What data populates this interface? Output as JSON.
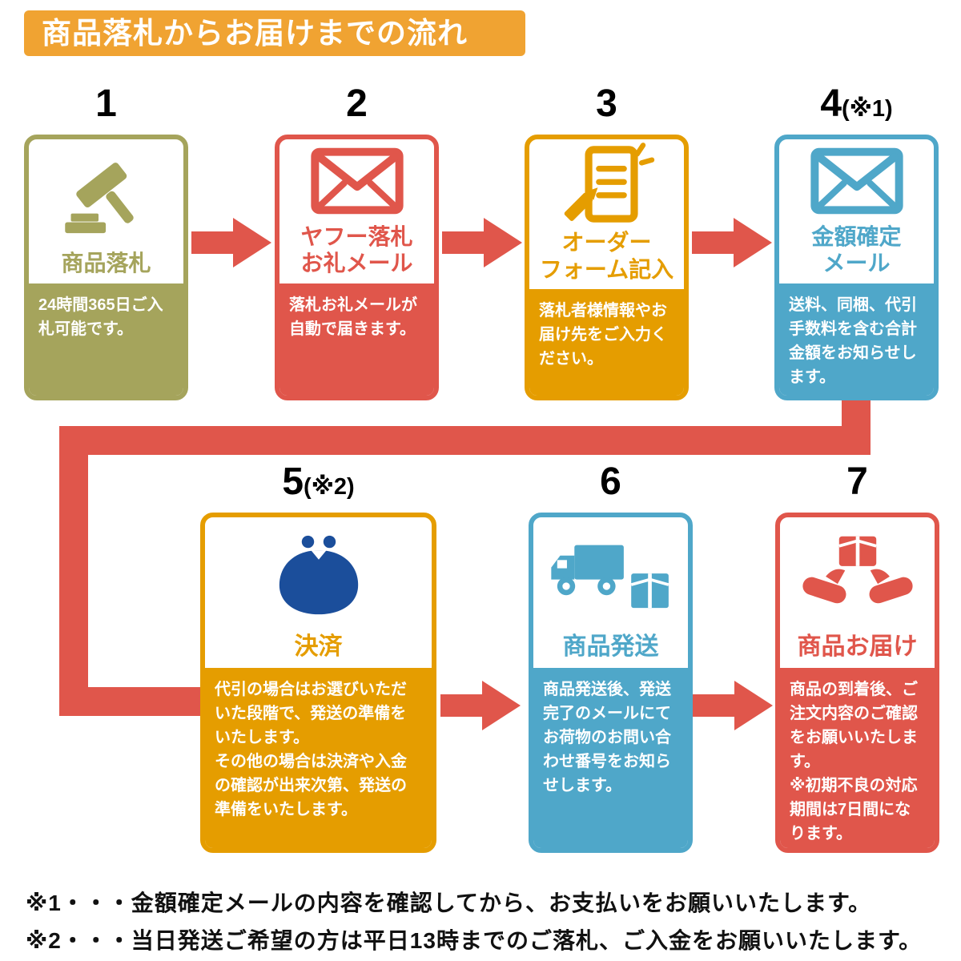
{
  "header": {
    "title": "商品落札からお届けまでの流れ",
    "bg": "#f0a332"
  },
  "colors": {
    "arrow": "#e0564b",
    "olive": "#a5a45c",
    "red": "#e0564b",
    "orange": "#e59d00",
    "blue": "#4fa7c9",
    "navy": "#1b4e9b"
  },
  "steps": [
    {
      "number": "1",
      "suffix": "",
      "icon": "gavel-icon",
      "title": "商品落札",
      "desc": "24時間365日ご入札可能です。",
      "color": "#a5a45c"
    },
    {
      "number": "2",
      "suffix": "",
      "icon": "mail-icon",
      "title": "ヤフー落札\nお礼メール",
      "desc": "落札お礼メールが自動で届きます。",
      "color": "#e0564b"
    },
    {
      "number": "3",
      "suffix": "",
      "icon": "order-form-icon",
      "title": "オーダー\nフォーム記入",
      "desc": "落札者様情報やお届け先をご入力ください。",
      "color": "#e59d00"
    },
    {
      "number": "4",
      "suffix": "(※1)",
      "icon": "mail-icon",
      "title": "金額確定\nメール",
      "desc": "送料、同梱、代引手数料を含む合計金額をお知らせします。",
      "color": "#4fa7c9"
    },
    {
      "number": "5",
      "suffix": "(※2)",
      "icon": "coin-purse-icon",
      "title": "決済",
      "desc": "代引の場合はお選びいただいた段階で、発送の準備をいたします。\nその他の場合は決済や入金の確認が出来次第、発送の準備をいたします。",
      "color": "#e59d00",
      "icon_color": "#1b4e9b"
    },
    {
      "number": "6",
      "suffix": "",
      "icon": "truck-box-icon",
      "title": "商品発送",
      "desc": "商品発送後、発送完了のメールにてお荷物のお問い合わせ番号をお知らせします。",
      "color": "#4fa7c9"
    },
    {
      "number": "7",
      "suffix": "",
      "icon": "delivery-hands-icon",
      "title": "商品お届け",
      "desc": "商品の到着後、ご注文内容のご確認をお願いいたします。\n※初期不良の対応期間は7日間になります。",
      "color": "#e0564b"
    }
  ],
  "notes": [
    "※1・・・金額確定メールの内容を確認してから、お支払いをお願いいたします。",
    "※2・・・当日発送ご希望の方は平日13時までのご落札、ご入金をお願いいたします。"
  ]
}
